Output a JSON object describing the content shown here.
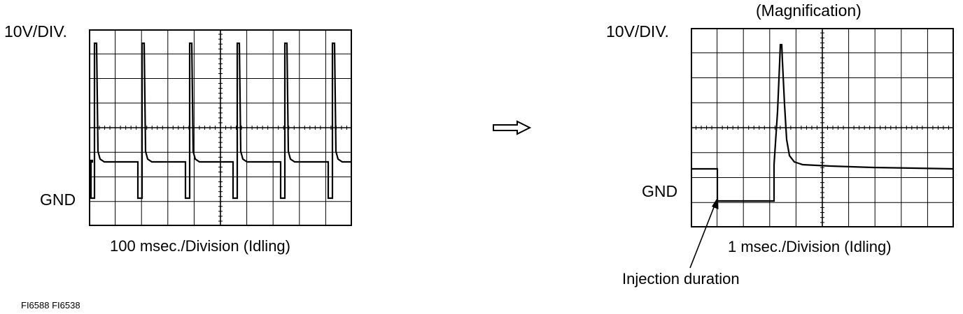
{
  "left_scope": {
    "volt_label": "10V/DIV.",
    "gnd_label": "GND",
    "caption": "100 msec./Division (Idling)"
  },
  "right_scope": {
    "title": "(Magnification)",
    "volt_label": "10V/DIV.",
    "gnd_label": "GND",
    "caption": "1 msec./Division (Idling)",
    "annotation": "Injection duration"
  },
  "figure_codes": "FI6588 FI6538",
  "colors": {
    "ink": "#000000",
    "paper": "#ffffff"
  },
  "icons": {
    "transition": "hollow-arrow-right-icon",
    "callout": "pointer-arrow-icon"
  }
}
